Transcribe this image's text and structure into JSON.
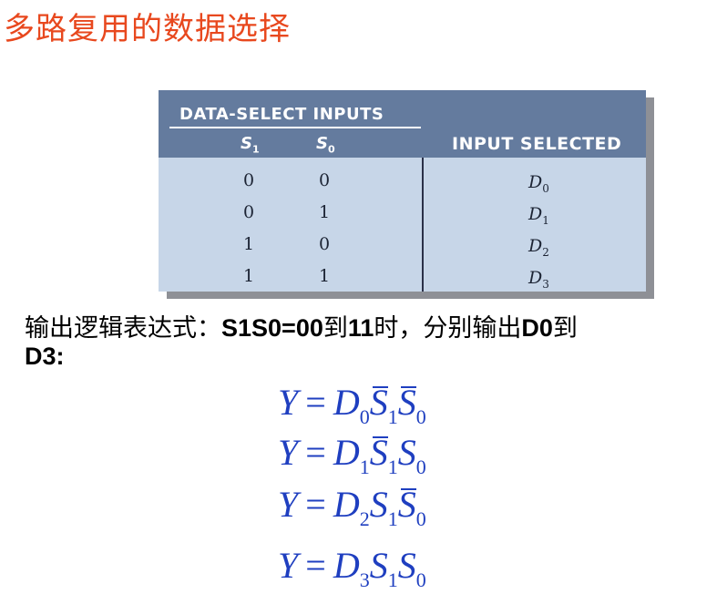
{
  "title": "多路复用的数据选择",
  "table": {
    "group_header": "DATA-SELECT INPUTS",
    "col_s1_letter": "S",
    "col_s1_sub": "1",
    "col_s0_letter": "S",
    "col_s0_sub": "0",
    "col_selected": "INPUT SELECTED",
    "rows": [
      {
        "s1": "0",
        "s0": "0",
        "d": "D",
        "sub": "0"
      },
      {
        "s1": "0",
        "s0": "1",
        "d": "D",
        "sub": "1"
      },
      {
        "s1": "1",
        "s0": "0",
        "d": "D",
        "sub": "2"
      },
      {
        "s1": "1",
        "s0": "1",
        "d": "D",
        "sub": "3"
      }
    ]
  },
  "description": {
    "part1": "输出逻辑表达式：",
    "part2": "S1S0=00",
    "part3": "到",
    "part4": "11",
    "part5": "时，分别输出",
    "part6": "D0",
    "part7": "到",
    "part8": "D3:"
  },
  "equations": [
    {
      "y": "Y",
      "eq": "=",
      "d": "D",
      "dsub": "0",
      "s1": "S",
      "s1sub": "1",
      "s1bar": true,
      "s0": "S",
      "s0sub": "0",
      "s0bar": true
    },
    {
      "y": "Y",
      "eq": "=",
      "d": "D",
      "dsub": "1",
      "s1": "S",
      "s1sub": "1",
      "s1bar": true,
      "s0": "S",
      "s0sub": "0",
      "s0bar": false
    },
    {
      "y": "Y",
      "eq": "=",
      "d": "D",
      "dsub": "2",
      "s1": "S",
      "s1sub": "1",
      "s1bar": false,
      "s0": "S",
      "s0sub": "0",
      "s0bar": true
    },
    {
      "y": "Y",
      "eq": "=",
      "d": "D",
      "dsub": "3",
      "s1": "S",
      "s1sub": "1",
      "s1bar": false,
      "s0": "S",
      "s0sub": "0",
      "s0bar": false
    }
  ],
  "colors": {
    "title": "#e8481e",
    "table_header": "#647b9e",
    "table_body": "#c7d6e8",
    "equation": "#1f3fc0"
  }
}
